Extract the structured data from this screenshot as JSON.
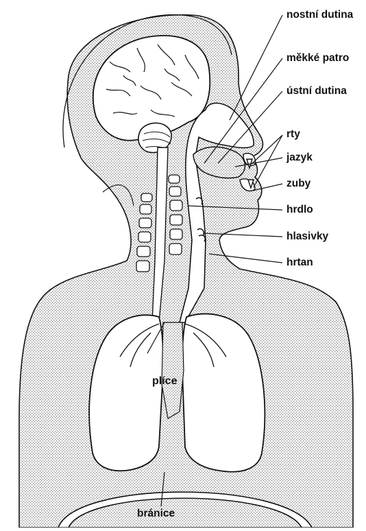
{
  "diagram": {
    "labels": {
      "nasal_cavity": "nostní dutina",
      "soft_palate": "měkké patro",
      "oral_cavity": "ústní dutina",
      "lips": "rty",
      "tongue": "jazyk",
      "teeth": "zuby",
      "throat": "hrdlo",
      "vocal_cords": "hlasivky",
      "larynx": "hrtan",
      "lungs": "plíce",
      "diaphragm": "bránice"
    }
  },
  "colors": {
    "ink": "#111111",
    "stipple": "#8a8a8a",
    "paper": "#ffffff"
  }
}
